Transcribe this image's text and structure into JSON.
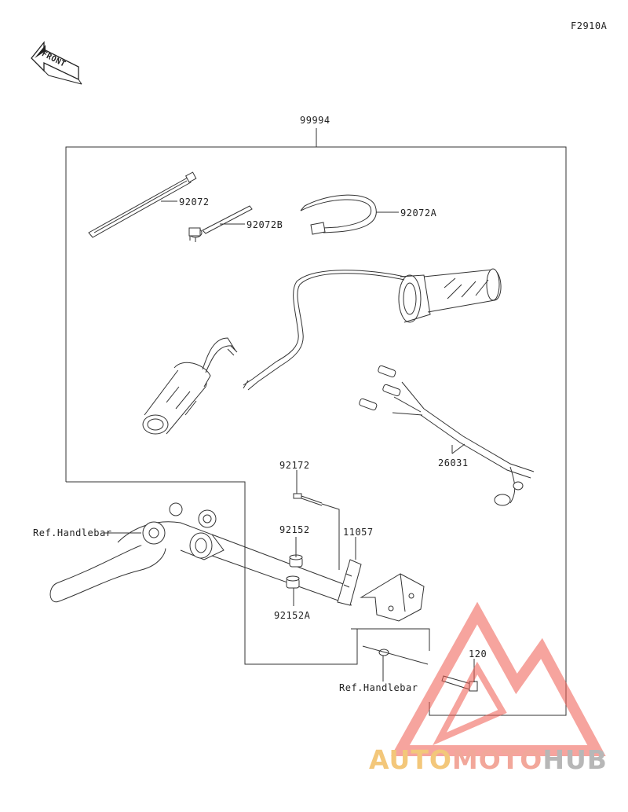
{
  "figure_id": "F2910A",
  "front_label": "FRONT",
  "kit_number": "99994",
  "parts": {
    "p92072": "92072",
    "p92072B": "92072B",
    "p92072A": "92072A",
    "p26031": "26031",
    "p92172": "92172",
    "p92152": "92152",
    "p11057": "11057",
    "p92152A": "92152A",
    "p120": "120"
  },
  "refs": {
    "handlebar_left": "Ref.Handlebar",
    "handlebar_bottom": "Ref.Handlebar"
  },
  "watermark": {
    "part1": "AUTO",
    "part2": "MOTO",
    "part3": "HUB"
  },
  "colors": {
    "line": "#333333",
    "watermark_red": "#ef5b4f",
    "watermark_gold": "#f3c77a",
    "watermark_grey": "#b7b7b7"
  }
}
